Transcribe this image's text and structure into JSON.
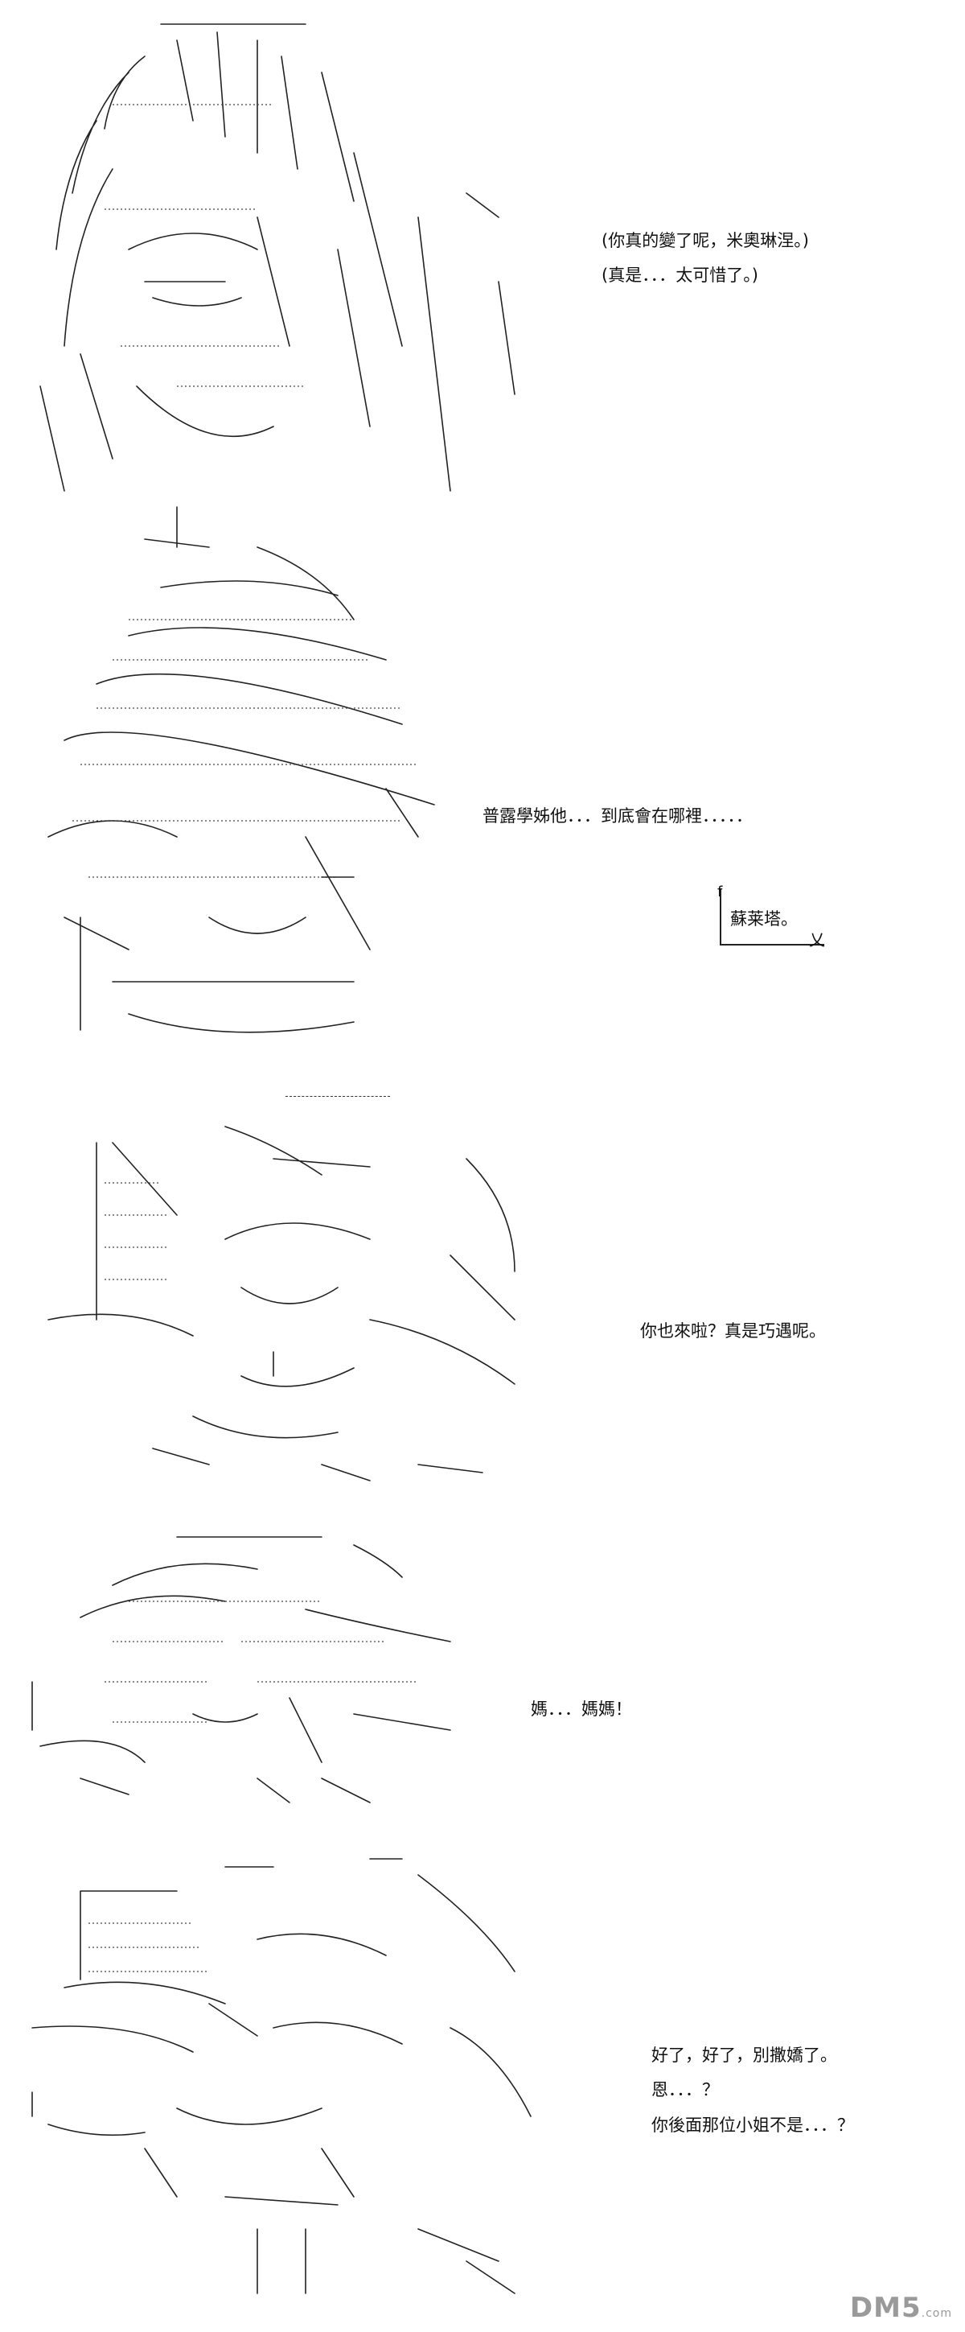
{
  "panels": [
    {
      "id": "panel-1",
      "lines": [
        "(你真的變了呢，米奧琳涅。)",
        "(真是．．．太可惜了。)"
      ]
    },
    {
      "id": "panel-2",
      "lines": [
        "普露學姊他．．．到底會在哪裡．．．．．"
      ],
      "bubble": "蘇莱塔。"
    },
    {
      "id": "panel-3",
      "lines": [
        "你也來啦？真是巧遇呢。"
      ]
    },
    {
      "id": "panel-4",
      "lines": [
        "媽．．．媽媽！"
      ]
    },
    {
      "id": "panel-5",
      "lines": [
        "好了，好了，別撒嬌了。",
        "恩．．．？",
        "你後面那位小姐不是．．．？"
      ]
    }
  ],
  "watermark": {
    "brand": "DM5",
    "suffix": ".com"
  }
}
